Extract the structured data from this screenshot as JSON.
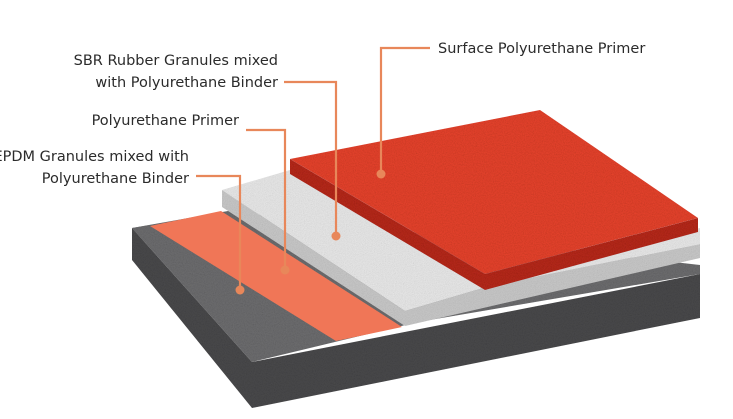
{
  "labels": {
    "surface_primer": "Surface Polyurethane Primer",
    "sbr_line1": "SBR Rubber Granules mixed",
    "sbr_line2": "with Polyurethane Binder",
    "pu_primer": "Polyurethane Primer",
    "epdm_line1": "EPDM Granules mixed with",
    "epdm_line2": "Polyurethane Binder"
  },
  "colors": {
    "leader": "#e8875a",
    "concrete_top": "#6e6e70",
    "concrete_side": "#4a4a4c",
    "primer_strip": "#f07657",
    "sbr_top": "#e9e9e9",
    "sbr_side": "#c9c9c9",
    "red_top": "#e8432c",
    "red_side": "#b8281b"
  }
}
